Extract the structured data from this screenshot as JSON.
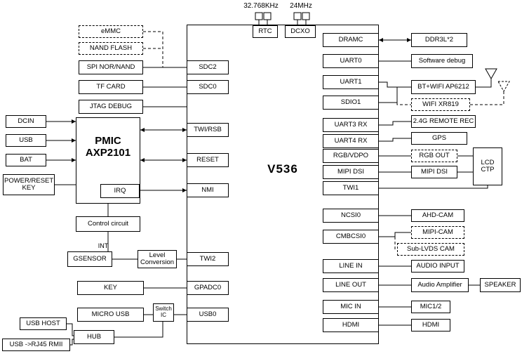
{
  "title": "V536 SoC block diagram",
  "nodes": {
    "xtal_rtc": "32.768KHz",
    "xtal_dcxo": "24MHz",
    "rtc": "RTC",
    "dcxo": "DCXO",
    "chip": "V536",
    "emmc": "eMMC",
    "nand_flash": "NAND FLASH",
    "spi_nor_nand": "SPI NOR/NAND",
    "tf_card": "TF CARD",
    "jtag_debug": "JTAG DEBUG",
    "dcin": "DCIN",
    "usb": "USB",
    "bat": "BAT",
    "power_reset_key": "POWER/RESET KEY",
    "pmic": "PMIC AXP2101",
    "irq": "IRQ",
    "control_circuit": "Control circuit",
    "gsensor": "GSENSOR",
    "int": "INT",
    "level_conversion": "Level Conversion",
    "key": "KEY",
    "micro_usb": "MICRO USB",
    "switch_ic": "Switch IC",
    "usb_host": "USB HOST",
    "hub": "HUB",
    "usb_rj45_rmii": "USB ->RJ45 RMII",
    "sdc2": "SDC2",
    "sdc0": "SDC0",
    "twi_rsb": "TWI/RSB",
    "reset": "RESET",
    "nmi": "NMI",
    "twi2": "TWI2",
    "gpadc0": "GPADC0",
    "usb0": "USB0",
    "dramc": "DRAMC",
    "uart0": "UART0",
    "uart1": "UART1",
    "sdio1": "SDIO1",
    "uart3_rx": "UART3 RX",
    "uart4_rx": "UART4 RX",
    "rgb_vdpo": "RGB/VDPO",
    "mipi_dsi": "MIPI DSI",
    "twi1": "TWI1",
    "ncsi0": "NCSI0",
    "cmbcsi0": "CMBCSI0",
    "line_in": "LINE IN",
    "line_out": "LINE OUT",
    "mic_in": "MIC IN",
    "hdmi": "HDMI",
    "ddr3l": "DDR3L*2",
    "software_debug": "Software debug",
    "bt_wifi": "BT+WIFI AP6212",
    "wifi_xr819": "WIFI XR819",
    "remote_rec": "2.4G REMOTE REC",
    "gps": "GPS",
    "rgb_out": "RGB OUT",
    "mipi_dsi_panel": "MIPI DSI",
    "lcd_ctp": "LCD CTP",
    "ahd_cam": "AHD-CAM",
    "mipi_cam": "MIPI-CAM",
    "sub_lvds_cam": "Sub-LVDS CAM",
    "audio_input": "AUDIO INPUT",
    "audio_amplifier": "Audio Amplifier",
    "speaker": "SPEAKER",
    "mic12": "MIC1/2",
    "hdmi_sink": "HDMI"
  }
}
